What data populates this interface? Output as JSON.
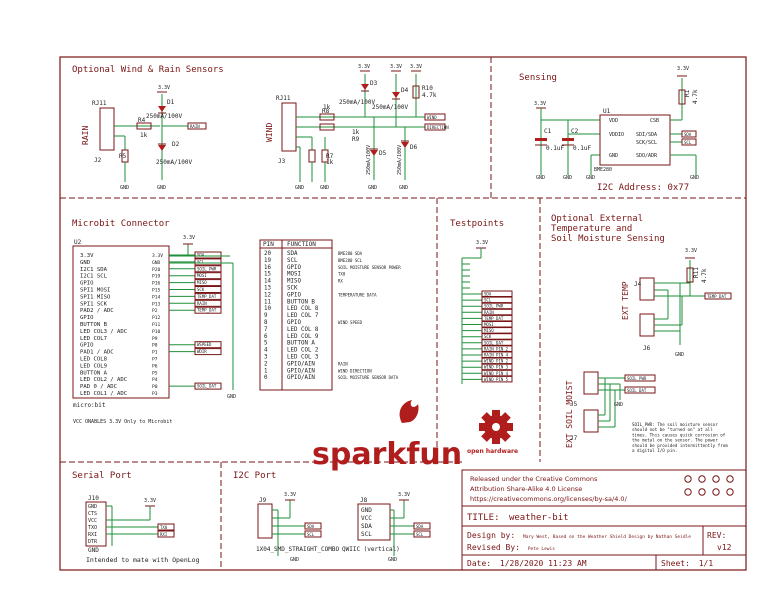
{
  "sections": {
    "wind_rain": "Optional Wind & Rain Sensors",
    "sensing": "Sensing",
    "microbit": "Microbit Connector",
    "testpoints": "Testpoints",
    "ext_temp": "Optional External\nTemperature and\nSoil Moisture Sensing",
    "serial": "Serial Port",
    "i2c": "I2C Port"
  },
  "wind_rain": {
    "rj_rain": "RJ11",
    "rain_label": "RAIN",
    "j2": "J2",
    "r4": "R4",
    "r4v": "1k",
    "r5": "R5",
    "r5v": "1k",
    "d1": "D1",
    "d1v": "250mA/100V",
    "d2": "D2",
    "d2v": "250mA/100V",
    "rain_net": "RAIN",
    "rj_wind": "RJ11",
    "wind_label": "WIND",
    "j3": "J3",
    "r8": "R8",
    "r8v": "1k",
    "r9": "R9",
    "r9v": "1k",
    "r7": "R7",
    "r7v": "1k",
    "d3": "D3",
    "d3v": "250mA/100V",
    "d4": "D4",
    "d4v": "250mA/100V",
    "d5": "D5",
    "d5v": "250mA/100V",
    "d6": "D6",
    "d6v": "250mA/100V",
    "r10": "R10",
    "r10v": "4.7k",
    "wind_net1": "WIND",
    "wind_net2": "DIRECTION",
    "v33": "3.3V",
    "gnd": "GND"
  },
  "sensing": {
    "c1": "C1",
    "c1v": "0.1uF",
    "c2": "C2",
    "c2v": "0.1uF",
    "u1": "U1",
    "u1part": "BME280",
    "pins_left": [
      "VDD",
      "VDDIO",
      "GND"
    ],
    "pins_right": [
      "CSB",
      "SDI/SDA",
      "SCK/SCL",
      "SDO/ADR"
    ],
    "r1": "R1",
    "r1v": "4.7k",
    "net_sda": "SDA",
    "net_scl": "SCL",
    "i2c_address": "I2C Address: 0x77"
  },
  "microbit": {
    "u2": "U2",
    "left_pins": [
      "3.3V",
      "GND",
      "I2C1 SDA",
      "I2C1 SCL",
      "GPIO",
      "SPI1 MOSI",
      "SPI1 MISO",
      "SPI1 SCK",
      "PAD2  / ADC",
      "GPIO",
      "BUTTON B",
      "LED COL3 / ADC",
      "LED COL7",
      "GPIO",
      "PAD1  / ADC",
      "LED COL8",
      "LED COL9",
      "BUTTON A",
      "LED COL2 / ADC",
      "PAD 0  / ADC",
      "LED COL1 / ADC"
    ],
    "right_pins": [
      "3.3V",
      "GND",
      "P20",
      "P19",
      "P16",
      "P15",
      "P14",
      "P13",
      "P2",
      "P12",
      "P11",
      "P10",
      "P9",
      "P8",
      "P1",
      "P7",
      "P6",
      "P5",
      "P4",
      "P0",
      "P3"
    ],
    "nets": [
      "SDA",
      "SCL",
      "SOIL_PWR",
      "MOSI",
      "MISO",
      "SCK",
      "TEMP_DAT",
      "RAIN",
      "TEMP_DAT",
      "",
      "",
      "",
      "",
      "WSPEED",
      "WDIR",
      "",
      "",
      "",
      "",
      "SOIL_DAT",
      ""
    ],
    "footer": "micro:bit",
    "note": "VCC ONABLES 3.3V Only to Microbit",
    "table_head": [
      "PIN",
      "FUNCTION"
    ],
    "table_rows": [
      [
        "20",
        "SDA",
        "BME280 SDA"
      ],
      [
        "19",
        "SCL",
        "BME280 SCL"
      ],
      [
        "16",
        "GPIO",
        "SOIL MOISTURE SENSOR POWER"
      ],
      [
        "15",
        "MOSI",
        "TX0"
      ],
      [
        "14",
        "MISO",
        "RX"
      ],
      [
        "13",
        "SCK",
        ""
      ],
      [
        "12",
        "GPIO",
        "TEMPERATURE DATA"
      ],
      [
        "11",
        "BUTTON B",
        ""
      ],
      [
        "10",
        "LED COL 8",
        ""
      ],
      [
        "9",
        "LED COL 7",
        ""
      ],
      [
        "8",
        "GPIO",
        "WIND SPEED"
      ],
      [
        "7",
        "LED COL 8",
        ""
      ],
      [
        "6",
        "LED COL 9",
        ""
      ],
      [
        "5",
        "BUTTON A",
        ""
      ],
      [
        "4",
        "LED COL 2",
        ""
      ],
      [
        "3",
        "LED COL 3",
        ""
      ],
      [
        "2",
        "GPIO/AIN",
        "RAIN"
      ],
      [
        "1",
        "GPIO/AIN",
        "WIND DIRECTION"
      ],
      [
        "0",
        "GPIO/AIN",
        "SOIL MOISTURE SENSOR DATA"
      ]
    ]
  },
  "testpoints": {
    "v33": "3.3V",
    "labels": [
      "SDA",
      "SCL",
      "SOIL_PWR",
      "RAIN",
      "TEMP_DAT",
      "MOSI",
      "MISO",
      "SCK",
      "SOIL_DAT",
      "RAIN_PIN_2",
      "RAIN_PIN_4",
      "WIND_PIN_2",
      "WIND_PIN_3",
      "WIND_PIN_4",
      "WIND_PIN_5"
    ]
  },
  "ext": {
    "v33": "3.3V",
    "r11": "R11",
    "r11v": "4.7k",
    "temp_label": "EXT TEMP",
    "j4": "J4",
    "j6": "J6",
    "temp_net": "TEMP_DAT",
    "soil_label": "EXT SOIL MOIST",
    "j5": "J5",
    "j7": "J7",
    "soil_net1": "SOIL_PWR",
    "soil_net2": "SOIL_DAT",
    "note": "SOIL_PWR: The soil moisture sensor should not be \"turned on\" at all times. This causes quick corrosion of the metal on the sensor. The power should be provided intermittently from a digital I/O pin.",
    "gnd": "GND"
  },
  "serial": {
    "j10": "J10",
    "pins": [
      "GND",
      "CTS",
      "VCC",
      "TXO",
      "RXI",
      "DTR"
    ],
    "nets": [
      "TX0",
      "RXI"
    ],
    "v33": "3.3V",
    "gnd": "GND",
    "note": "Intended to mate with OpenLog"
  },
  "i2c": {
    "j9": "J9",
    "j8": "J8",
    "v33": "3.3V",
    "pins": [
      "GND",
      "VCC",
      "SDA",
      "SCL"
    ],
    "nets": [
      "SDA",
      "SCL"
    ],
    "label9": "1X04_SMD_STRAIGHT_COMBO",
    "label8": "QWIIC (vertical)",
    "gnd": "GND"
  },
  "logo": {
    "text": "sparkfun",
    "oh": "open hardware"
  },
  "title_block": {
    "license": [
      "Released under the Creative Commons",
      "Attribution Share-Alike 4.0 License",
      "https://creativecommons.org/licenses/by-sa/4.0/"
    ],
    "title_label": "TITLE:",
    "title_value": "weather-bit",
    "design_label": "Design by:",
    "design_value": "Mary West, Based on the Weather Shield Design by Nathan Seidle",
    "revised_label": "Revised By:",
    "revised_value": "Pete Lewis",
    "rev_label": "REV:",
    "rev_value": "v12",
    "date_label": "Date:",
    "date_value": "1/28/2020 11:23 AM",
    "sheet_label": "Sheet:",
    "sheet_value": "1/1"
  }
}
